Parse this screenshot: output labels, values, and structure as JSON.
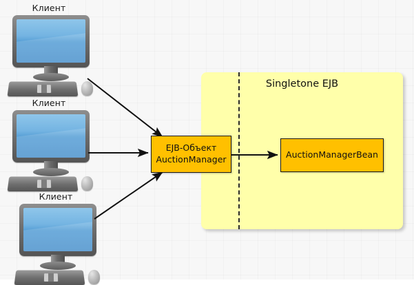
{
  "diagram": {
    "title_visible": false,
    "background_color": "#f7f7f7",
    "clients": [
      {
        "label": "Клиент",
        "icon": "desktop-computer-icon"
      },
      {
        "label": "Клиент",
        "icon": "desktop-computer-icon"
      },
      {
        "label": "Клиент",
        "icon": "desktop-computer-icon"
      }
    ],
    "container": {
      "title": "Singletone EJB",
      "fill_color": "#ffffaa",
      "divider": "dashed-vertical-line"
    },
    "nodes": {
      "ejb_object": {
        "line1": "EJB-Объект",
        "line2": "AuctionManager",
        "fill_color": "#ffc000"
      },
      "bean": {
        "label": "AuctionManagerBean",
        "fill_color": "#ffc000"
      }
    },
    "connections": [
      {
        "from": "Клиент 1",
        "to": "EJB-Объект AuctionManager",
        "style": "solid-arrow"
      },
      {
        "from": "Клиент 2",
        "to": "EJB-Объект AuctionManager",
        "style": "solid-arrow"
      },
      {
        "from": "Клиент 3",
        "to": "EJB-Объект AuctionManager",
        "style": "solid-arrow"
      },
      {
        "from": "EJB-Объект AuctionManager",
        "to": "AuctionManagerBean",
        "style": "solid-arrow"
      }
    ]
  }
}
